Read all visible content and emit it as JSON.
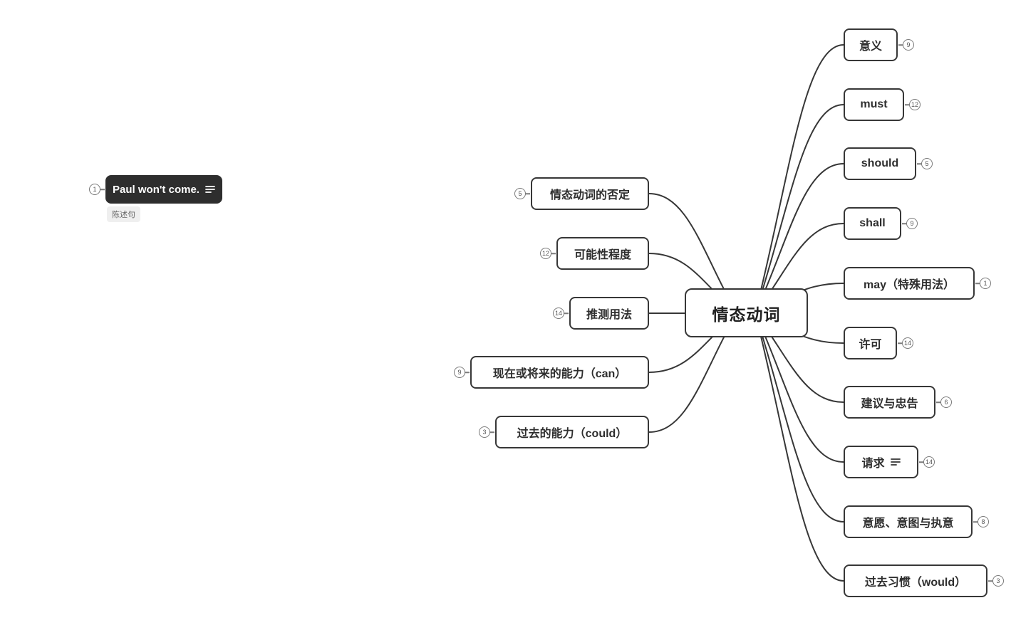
{
  "canvas": {
    "background": "#ffffff",
    "line_color": "#373737"
  },
  "central": {
    "label": "情态动词"
  },
  "left_topics": [
    {
      "label": "情态动词的否定",
      "badge": "5"
    },
    {
      "label": "可能性程度",
      "badge": "12"
    },
    {
      "label": "推测用法",
      "badge": "14"
    },
    {
      "label": "现在或将来的能力（can）",
      "badge": "9"
    },
    {
      "label": "过去的能力（could）",
      "badge": "3"
    }
  ],
  "right_topics": [
    {
      "label": "意义",
      "badge": "9"
    },
    {
      "label": "must",
      "badge": "12"
    },
    {
      "label": "should",
      "badge": "5"
    },
    {
      "label": "shall",
      "badge": "9"
    },
    {
      "label": "may（特殊用法）",
      "badge": "1"
    },
    {
      "label": "许可",
      "badge": "14"
    },
    {
      "label": "建议与忠告",
      "badge": "6"
    },
    {
      "label": "请求",
      "badge": "14",
      "has_notes": true
    },
    {
      "label": "意愿、意图与执意",
      "badge": "8"
    },
    {
      "label": "过去习惯（would）",
      "badge": "3"
    }
  ],
  "floating_topic": {
    "label": "Paul won't come.",
    "badge": "1",
    "tag": "陈述句",
    "has_notes": true
  }
}
